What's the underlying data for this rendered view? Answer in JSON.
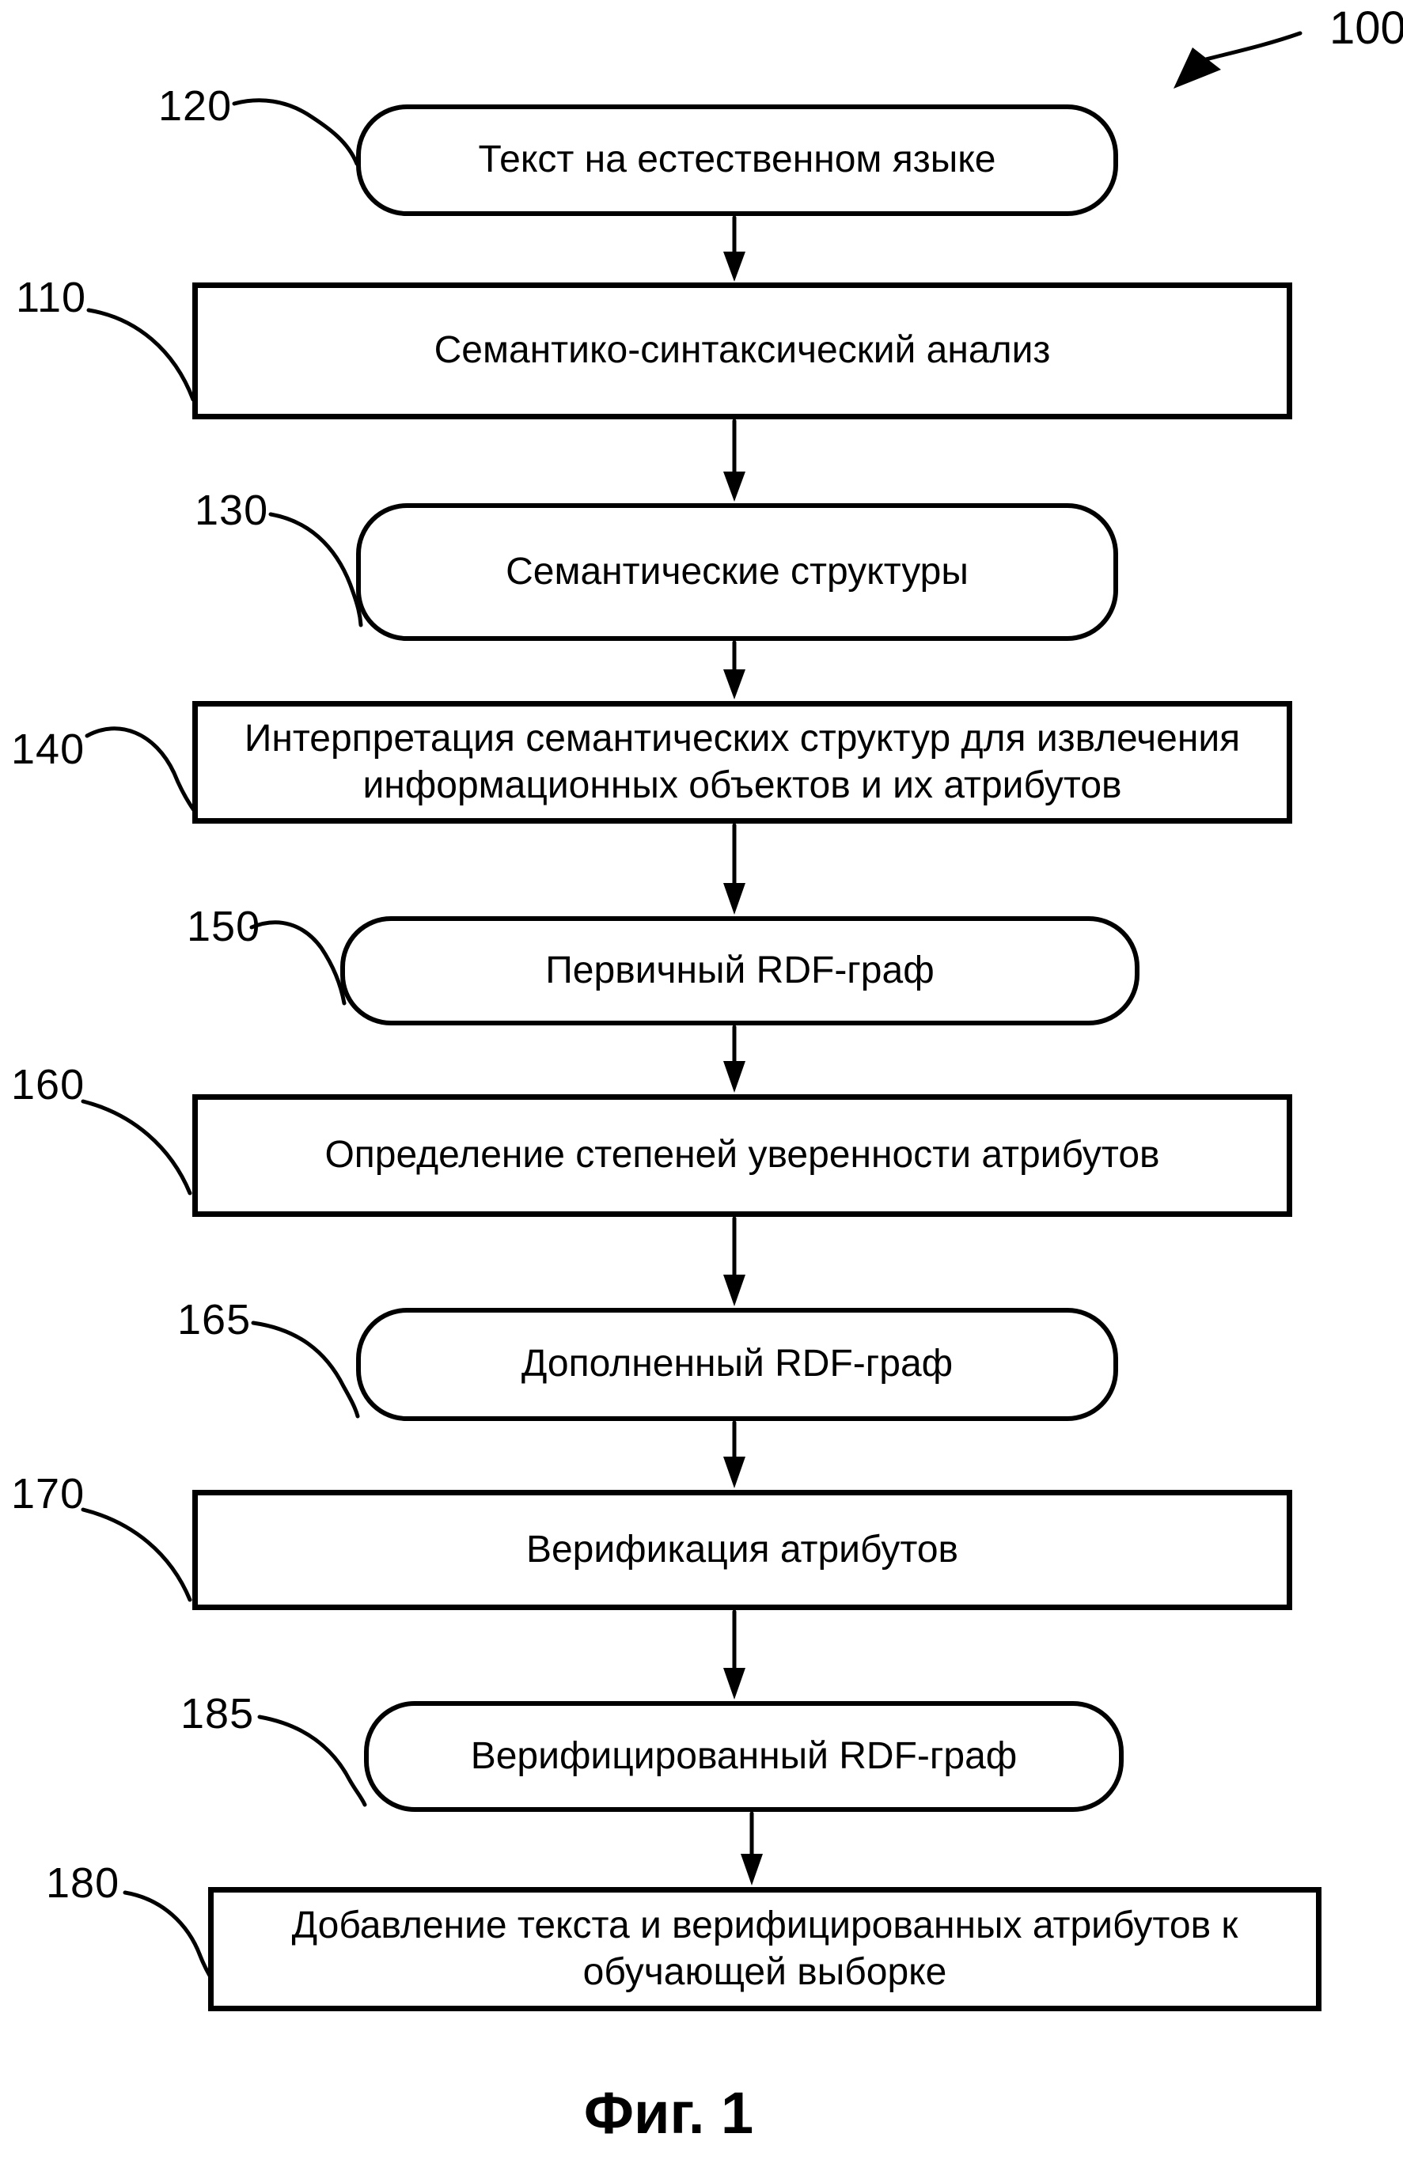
{
  "figure": {
    "reference": "100",
    "caption": "Фиг. 1",
    "ink_color": "#000000",
    "background_color": "#ffffff",
    "nodes": [
      {
        "id": "120",
        "shape": "rounded",
        "label": "Текст на естественном языке"
      },
      {
        "id": "110",
        "shape": "rect",
        "label": "Семантико-синтаксический анализ"
      },
      {
        "id": "130",
        "shape": "rounded",
        "label": "Семантические структуры"
      },
      {
        "id": "140",
        "shape": "rect",
        "label": "Интерпретация семантических структур для извлечения\nинформационных объектов и их атрибутов"
      },
      {
        "id": "150",
        "shape": "rounded",
        "label": "Первичный RDF-граф"
      },
      {
        "id": "160",
        "shape": "rect",
        "label": "Определение степеней уверенности атрибутов"
      },
      {
        "id": "165",
        "shape": "rounded",
        "label": "Дополненный RDF-граф"
      },
      {
        "id": "170",
        "shape": "rect",
        "label": "Верификация атрибутов"
      },
      {
        "id": "185",
        "shape": "rounded",
        "label": "Верифицированный RDF-граф"
      },
      {
        "id": "180",
        "shape": "rect",
        "label": "Добавление текста и верифицированных атрибутов к\nобучающей выборке"
      }
    ]
  }
}
